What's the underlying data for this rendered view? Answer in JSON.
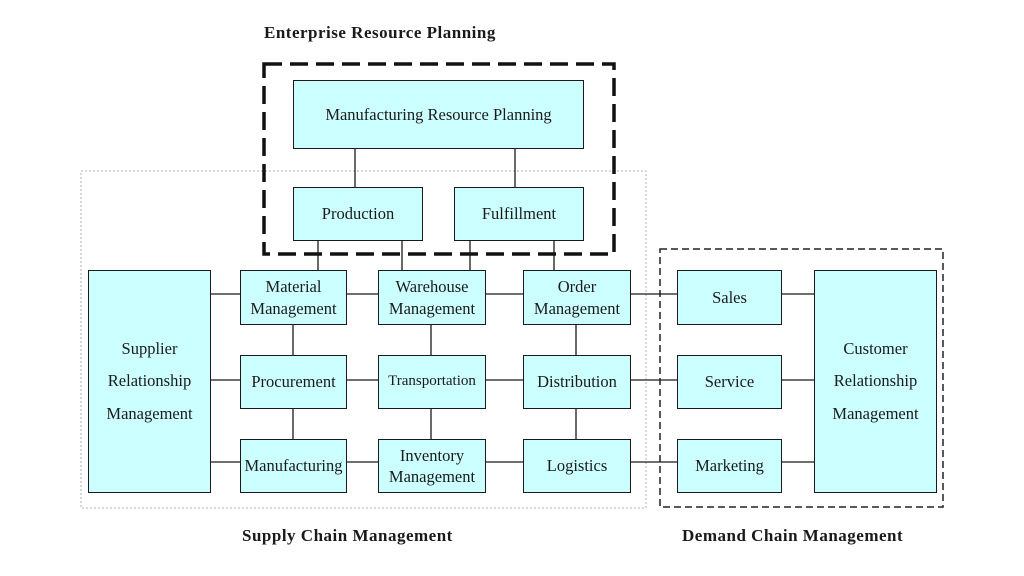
{
  "labels": {
    "erp": "Enterprise Resource Planning",
    "scm": "Supply Chain Management",
    "dcm": "Demand Chain Management"
  },
  "boxes": {
    "mrp": "Manufacturing Resource Planning",
    "production": "Production",
    "fulfillment": "Fulfillment",
    "material": [
      "Material",
      "Management"
    ],
    "warehouse": [
      "Warehouse",
      "Management"
    ],
    "order": [
      "Order",
      "Management"
    ],
    "procurement": "Procurement",
    "transportation": "Transportation",
    "distribution": "Distribution",
    "manufacturing": "Manufacturing",
    "inventory": [
      "Inventory",
      "Management"
    ],
    "logistics": "Logistics",
    "srm": [
      "Supplier",
      "Relationship",
      "Management"
    ],
    "sales": "Sales",
    "service": "Service",
    "marketing": "Marketing",
    "crm": [
      "Customer",
      "Relationship",
      "Management"
    ]
  }
}
